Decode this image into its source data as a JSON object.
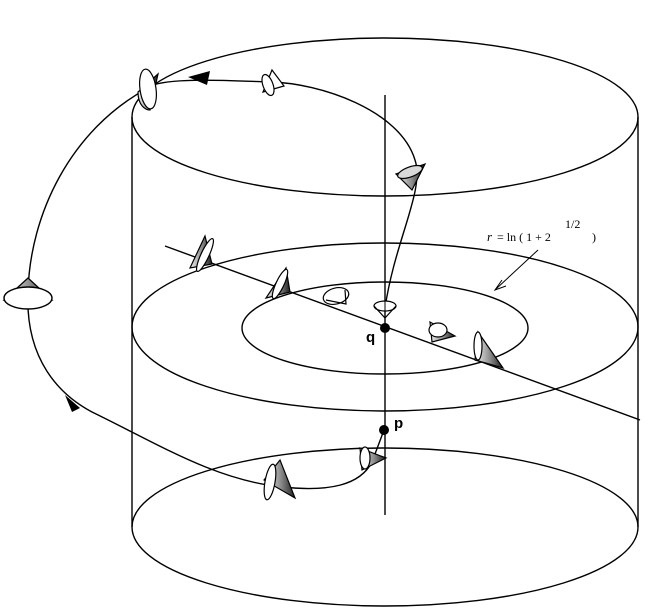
{
  "labels": {
    "point_q": "q",
    "point_p": "p"
  },
  "equation": {
    "lhs": "r",
    "rhs": "= ln ( 1 + 2",
    "exponent": "1/2",
    "close": ")"
  },
  "colors": {
    "stroke": "#000000",
    "cone_dark": "#2a2a2a",
    "cone_light": "#ffffff"
  }
}
